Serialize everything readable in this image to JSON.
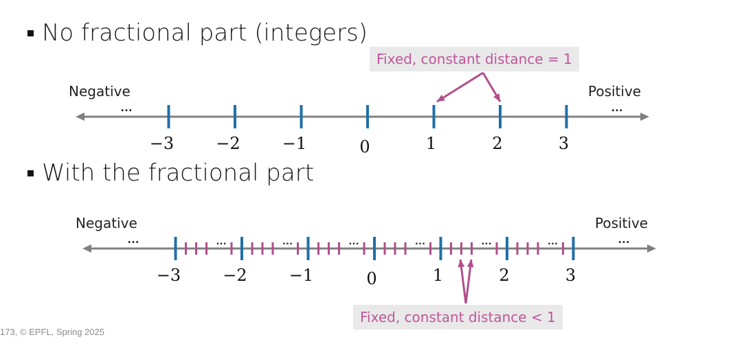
{
  "bullets": {
    "integers": "No fractional part (integers)",
    "fractional": "With the fractional part"
  },
  "callouts": {
    "top": "Fixed, constant distance = 1",
    "bottom": "Fixed, constant distance < 1"
  },
  "line_top": {
    "negative_label": "Negative",
    "positive_label": "Positive",
    "ellipsis": "…",
    "ticks": [
      {
        "value": -3,
        "label": "−3"
      },
      {
        "value": -2,
        "label": "−2"
      },
      {
        "value": -1,
        "label": "−1"
      },
      {
        "value": 0,
        "label": "0"
      },
      {
        "value": 1,
        "label": "1"
      },
      {
        "value": 2,
        "label": "2"
      },
      {
        "value": 3,
        "label": "3"
      }
    ]
  },
  "line_bottom": {
    "negative_label": "Negative",
    "positive_label": "Positive",
    "ellipsis": "…",
    "ticks": [
      {
        "value": -3,
        "label": "−3"
      },
      {
        "value": -2,
        "label": "−2"
      },
      {
        "value": -1,
        "label": "−1"
      },
      {
        "value": 0,
        "label": "0"
      },
      {
        "value": 1,
        "label": "1"
      },
      {
        "value": 2,
        "label": "2"
      },
      {
        "value": 3,
        "label": "3"
      }
    ],
    "minor_ticks_per_unit": 3
  },
  "colors": {
    "axis": "#808080",
    "major_tick": "#1f6fa8",
    "minor_tick": "#b24d8a",
    "callout_text": "#c0559a",
    "callout_bg": "#e9e9e9"
  },
  "footer": {
    "text": "173, © EPFL, Spring 2025"
  }
}
